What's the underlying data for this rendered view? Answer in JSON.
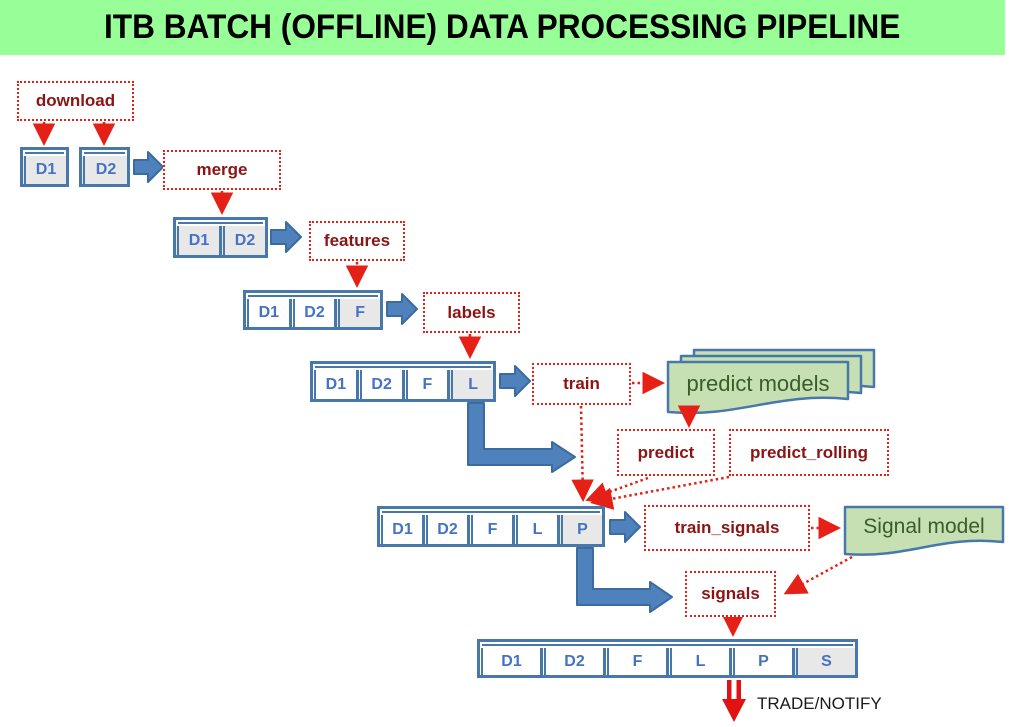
{
  "title": "ITB BATCH (OFFLINE) DATA PROCESSING PIPELINE",
  "steps": {
    "download": "download",
    "merge": "merge",
    "features": "features",
    "labels": "labels",
    "train": "train",
    "predict": "predict",
    "predict_rolling": "predict_rolling",
    "train_signals": "train_signals",
    "signals": "signals"
  },
  "documents": {
    "predict_models": "predict models",
    "signal_model": "Signal model"
  },
  "datasets": {
    "singles": [
      "D1",
      "D2"
    ],
    "rows": [
      {
        "cells": [
          "D1",
          "D2"
        ]
      },
      {
        "cells": [
          "D1",
          "D2",
          "F"
        ]
      },
      {
        "cells": [
          "D1",
          "D2",
          "F",
          "L"
        ]
      },
      {
        "cells": [
          "D1",
          "D2",
          "F",
          "L",
          "P"
        ]
      },
      {
        "cells": [
          "D1",
          "D2",
          "F",
          "L",
          "P",
          "S"
        ]
      }
    ]
  },
  "output_label": "TRADE/NOTIFY",
  "colors": {
    "banner": "#98FF98",
    "box_border_blue": "#4878AA",
    "cell_text_blue": "#4472C4",
    "arrow_blue": "#4F81BD",
    "dotted_red": "#E52017",
    "dark_red_text": "#8B1414",
    "document_green": "#C6E0B4",
    "document_text_green": "#3B5C28",
    "highlight_gray": "#E9E8E8"
  }
}
